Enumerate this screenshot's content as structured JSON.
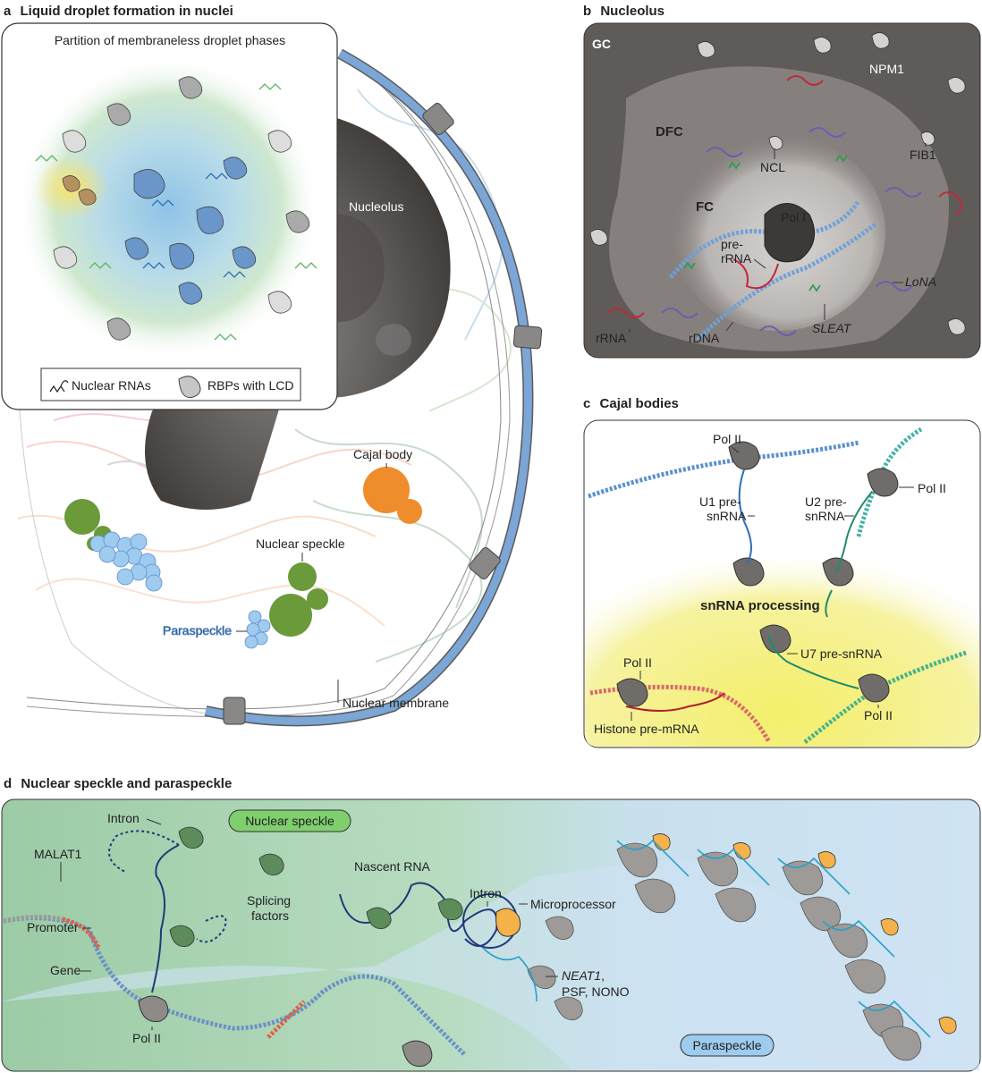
{
  "panel_a": {
    "letter": "a",
    "title": "Liquid droplet formation in nuclei",
    "inset_title": "Partition of membraneless droplet phases",
    "legend": {
      "rna_label": "Nuclear RNAs",
      "rbp_label": "RBPs with LCD"
    },
    "nucleolus_label": "Nucleolus",
    "cajal_label": "Cajal body",
    "speckle_label": "Nuclear speckle",
    "paraspeckle_label": "Paraspeckle",
    "membrane_label": "Nuclear membrane"
  },
  "panel_b": {
    "letter": "b",
    "title": "Nucleolus",
    "gc": "GC",
    "npm1": "NPM1",
    "dfc": "DFC",
    "ncl": "NCL",
    "fib1": "FIB1",
    "fc": "FC",
    "pol1": "Pol I",
    "pre_rrna_1": "pre-",
    "pre_rrna_2": "rRNA",
    "lona": "LoNA",
    "sleat": "SLEAT",
    "rrna": "rRNA",
    "rdna": "rDNA"
  },
  "panel_c": {
    "letter": "c",
    "title": "Cajal bodies",
    "pol2_top": "Pol II",
    "pol2_right": "Pol II",
    "u1_1": "U1 pre-",
    "u1_2": "snRNA",
    "u2_1": "U2 pre-",
    "u2_2": "snRNA",
    "processing": "snRNA processing",
    "pol2_left": "Pol II",
    "u7": "U7 pre-snRNA",
    "pol2_bottom": "Pol II",
    "histone": "Histone pre-mRNA"
  },
  "panel_d": {
    "letter": "d",
    "title": "Nuclear speckle and paraspeckle",
    "intron_1": "Intron",
    "speckle_badge": "Nuclear speckle",
    "malat1": "MALAT1",
    "splicing_1": "Splicing",
    "splicing_2": "factors",
    "nascent": "Nascent RNA",
    "intron_2": "Intron",
    "microprocessor": "Microprocessor",
    "promoter": "Promoter",
    "gene": "Gene",
    "neat1": "NEAT1",
    "neat1_rest_1": ",",
    "neat1_rest_2": "PSF, NONO",
    "pol2": "Pol II",
    "paraspeckle_badge": "Paraspeckle"
  },
  "colors": {
    "membrane_blue": "#7ba6d6",
    "nucleolus_grey": "#5e5a58",
    "cajal_orange": "#ef8c2c",
    "speckle_green": "#6a9a3a",
    "paraspeckle_blue": "#9ecbee",
    "cajal_yellow": "#f5f08c",
    "speckle_bg": "#b8dcc0",
    "paraspeckle_bg": "#cfe3f3"
  }
}
